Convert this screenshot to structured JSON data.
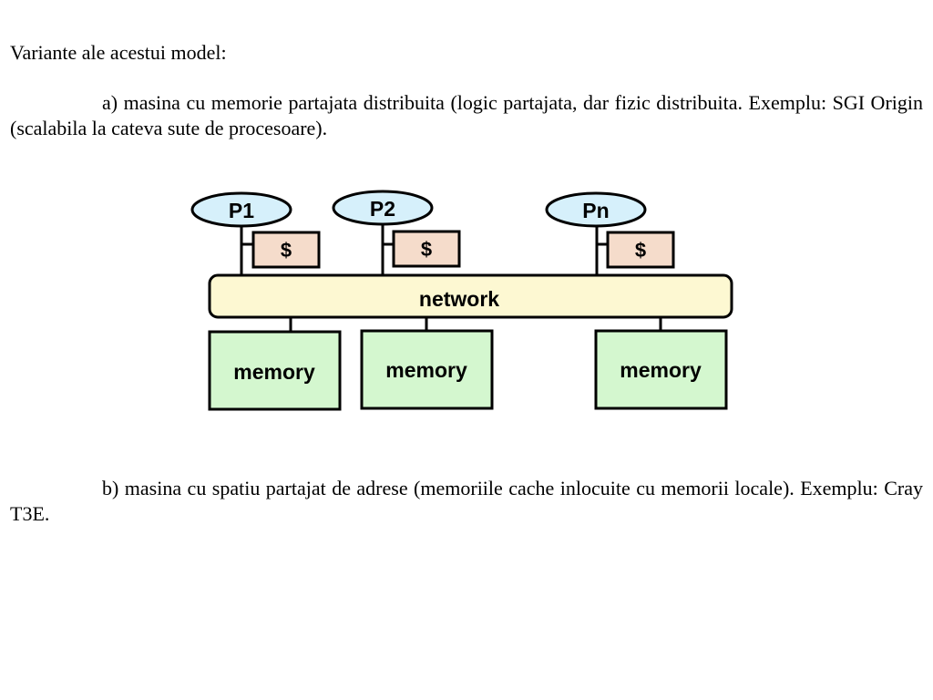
{
  "intro": "Variante ale acestui model:",
  "paragraph_a": "a) masina cu memorie partajata distribuita (logic partajata, dar fizic distribuita. Exemplu: SGI Origin (scalabila la cateva sute de procesoare).",
  "paragraph_b": "b) masina cu spatiu partajat de adrese (memoriile cache inlocuite cu memorii locale). Exemplu: Cray T3E.",
  "diagram": {
    "processors": [
      "P1",
      "P2",
      "Pn"
    ],
    "cache_label": "$",
    "network_label": "network",
    "memory_label": "memory",
    "colors": {
      "processor_fill": "#d6f0fb",
      "cache_fill": "#f5dccb",
      "network_fill": "#fdf8d2",
      "memory_fill": "#d4f7cf",
      "stroke": "#000000"
    }
  }
}
